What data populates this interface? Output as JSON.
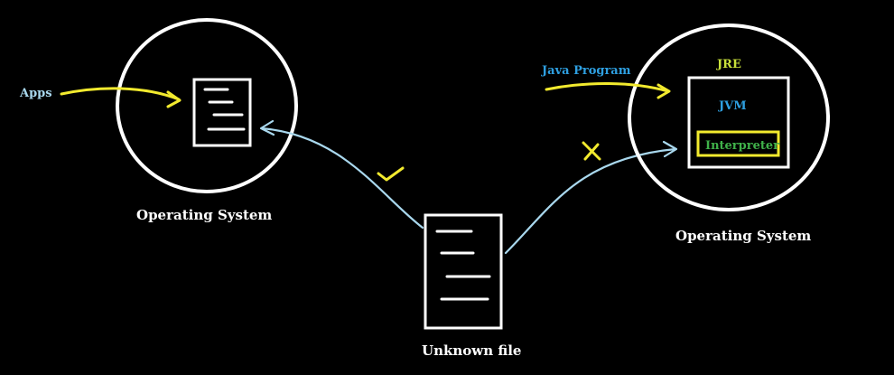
{
  "labels": {
    "apps": "Apps",
    "left_os": "Operating System",
    "unknown_file": "Unknown file",
    "java_program": "Java Program",
    "jre": "JRE",
    "jvm": "JVM",
    "interpreter": "Interpreter",
    "right_os": "Operating System"
  },
  "colors": {
    "background": "#000000",
    "outline": "#ffffff",
    "yellow": "#f2ea2e",
    "light_blue": "#a9d8ee",
    "apps_text": "#a9d8ee",
    "java_program_text": "#2e9fe0",
    "jre_text": "#c8e03a",
    "jvm_text": "#2e9fe0",
    "interpreter_text": "#3fb14a"
  },
  "marks": {
    "check": "check-mark-icon",
    "cross": "cross-mark-icon"
  }
}
